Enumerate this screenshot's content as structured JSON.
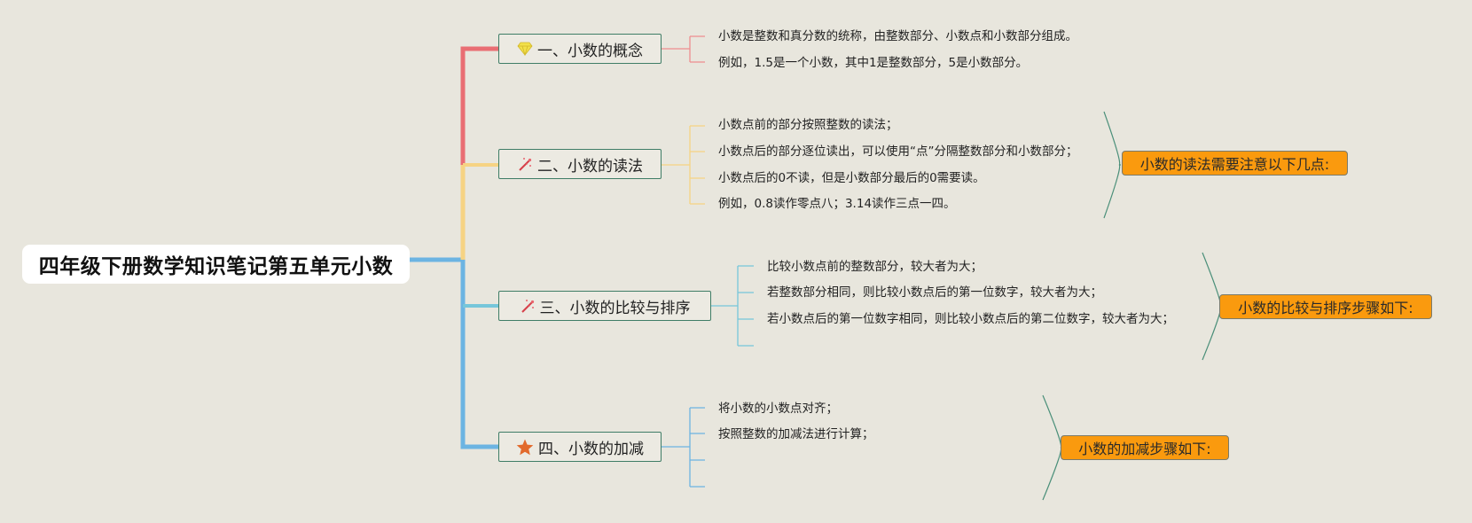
{
  "root": {
    "title": "四年级下册数学知识笔记第五单元小数"
  },
  "topics": [
    {
      "label": "一、小数的概念",
      "icon": "gem-icon",
      "color": "#e96e73",
      "items": [
        "小数是整数和真分数的统称，由整数部分、小数点和小数部分组成。",
        "例如，1.5是一个小数，其中1是整数部分，5是小数部分。"
      ]
    },
    {
      "label": "二、小数的读法",
      "icon": "sparkle-icon",
      "color": "#f6d383",
      "summary": "小数的读法需要注意以下几点:",
      "items": [
        "小数点前的部分按照整数的读法；",
        "小数点后的部分逐位读出，可以使用“点”分隔整数部分和小数部分；",
        "小数点后的0不读，但是小数部分最后的0需要读。",
        "例如，0.8读作零点八；3.14读作三点一四。"
      ]
    },
    {
      "label": "三、小数的比较与排序",
      "icon": "sparkle-icon",
      "color": "#76c6da",
      "summary": "小数的比较与排序步骤如下:",
      "items": [
        "比较小数点前的整数部分，较大者为大；",
        "若整数部分相同，则比较小数点后的第一位数字，较大者为大；",
        "若小数点后的第一位数字相同，则比较小数点后的第二位数字，较大者为大；",
        ""
      ]
    },
    {
      "label": "四、小数的加减",
      "icon": "star-icon",
      "color": "#6cb4e2",
      "summary": "小数的加减步骤如下:",
      "items": [
        "将小数的小数点对齐；",
        "按照整数的加减法进行计算；",
        "",
        ""
      ]
    }
  ]
}
